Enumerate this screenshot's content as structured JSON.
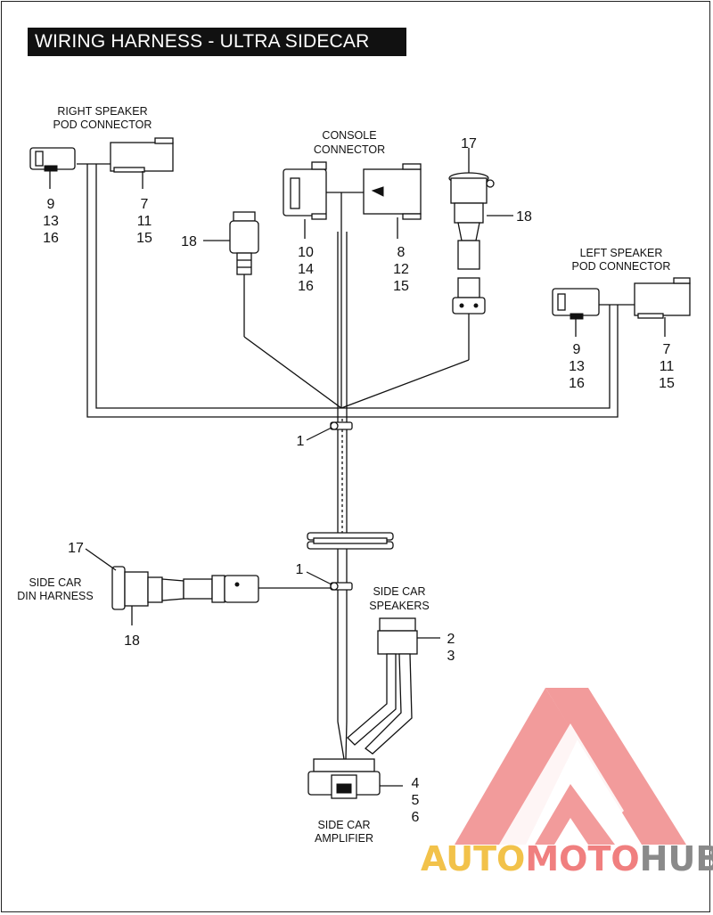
{
  "title": "WIRING HARNESS - ULTRA SIDECAR",
  "labels": {
    "right_speaker_line1": "RIGHT SPEAKER",
    "right_speaker_line2": "POD CONNECTOR",
    "console_line1": "CONSOLE",
    "console_line2": "CONNECTOR",
    "left_speaker_line1": "LEFT SPEAKER",
    "left_speaker_line2": "POD CONNECTOR",
    "side_car_din_line1": "SIDE CAR",
    "side_car_din_line2": "DIN HARNESS",
    "side_car_speakers_line1": "SIDE CAR",
    "side_car_speakers_line2": "SPEAKERS",
    "side_car_amplifier_line1": "SIDE CAR",
    "side_car_amplifier_line2": "AMPLIFIER"
  },
  "callouts": {
    "right_pod_left": [
      "9",
      "13",
      "16"
    ],
    "right_pod_right": [
      "7",
      "11",
      "15"
    ],
    "console_left": [
      "10",
      "14",
      "16"
    ],
    "console_right": [
      "8",
      "12",
      "15"
    ],
    "din_top_17": "17",
    "din_top_18": "18",
    "left_18": "18",
    "left_pod_left": [
      "9",
      "13",
      "16"
    ],
    "left_pod_right": [
      "7",
      "11",
      "15"
    ],
    "clip_upper": "1",
    "clip_lower": "1",
    "sidecar_din_17": "17",
    "sidecar_din_18": "18",
    "speakers": [
      "2",
      "3"
    ],
    "amplifier": [
      "4",
      "5",
      "6"
    ]
  },
  "watermark": {
    "part1": "AUTO",
    "part2": "MOTO",
    "part3": "HUB",
    "color_auto": "#f2c24a",
    "color_moto": "#f07f7f",
    "color_hub": "#8a8a8a",
    "logo_color": "#f08a8a"
  }
}
